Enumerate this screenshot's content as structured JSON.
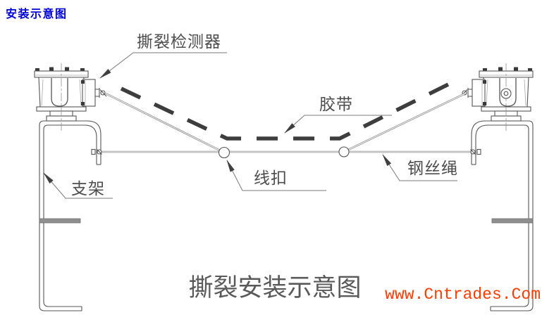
{
  "watermark": {
    "text": "安装示意图"
  },
  "diagram": {
    "labels": {
      "detector": "撕裂检测器",
      "belt": "胶带",
      "buckle": "线扣",
      "wire_rope": "钢丝绳",
      "bracket": "支架"
    },
    "title": "撕裂安装示意图"
  },
  "website": {
    "text": "www.Cntrades.Com"
  },
  "colors": {
    "watermark-color": "#0000d8",
    "website-color": "#ff3c00",
    "line-color": "#555555",
    "belt-color": "#3d3d3d",
    "title-color": "#595959",
    "wire-color": "#8a8a8a"
  }
}
